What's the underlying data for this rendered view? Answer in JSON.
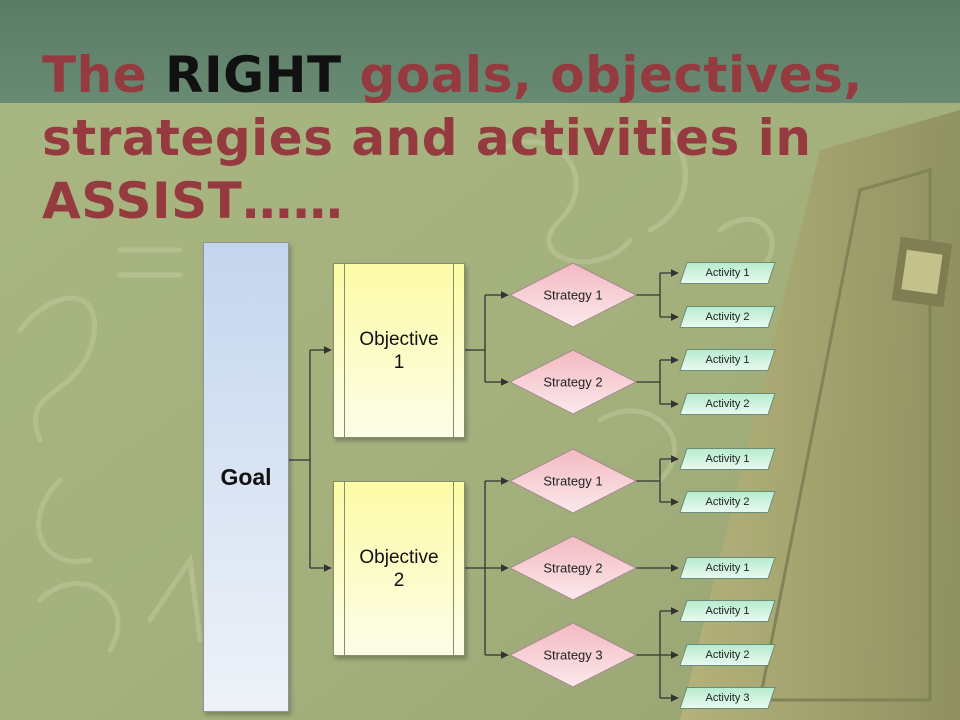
{
  "slide": {
    "title_part1": "The ",
    "title_emphasis": "RIGHT",
    "title_part2": " goals, objectives, strategies and activities in ASSIST……"
  },
  "colors": {
    "title": "#953a3e",
    "emphasis": "#111111",
    "header": "#698b73",
    "goal_fill": "#c4d6ee",
    "objective_fill": "#fdfca6",
    "strategy_fill": "#f6c9cf",
    "activity_fill": "#c7f0d9"
  },
  "diagram": {
    "goal": {
      "label": "Goal"
    },
    "objectives": [
      {
        "label": "Objective\n1",
        "strategies": [
          {
            "label": "Strategy 1",
            "activities": [
              "Activity 1",
              "Activity 2"
            ]
          },
          {
            "label": "Strategy 2",
            "activities": [
              "Activity 1",
              "Activity 2"
            ]
          }
        ]
      },
      {
        "label": "Objective\n2",
        "strategies": [
          {
            "label": "Strategy 1",
            "activities": [
              "Activity 1",
              "Activity 2"
            ]
          },
          {
            "label": "Strategy 2",
            "activities": [
              "Activity 1"
            ]
          },
          {
            "label": "Strategy 3",
            "activities": [
              "Activity 1",
              "Activity 2",
              "Activity 3"
            ]
          }
        ]
      }
    ]
  }
}
